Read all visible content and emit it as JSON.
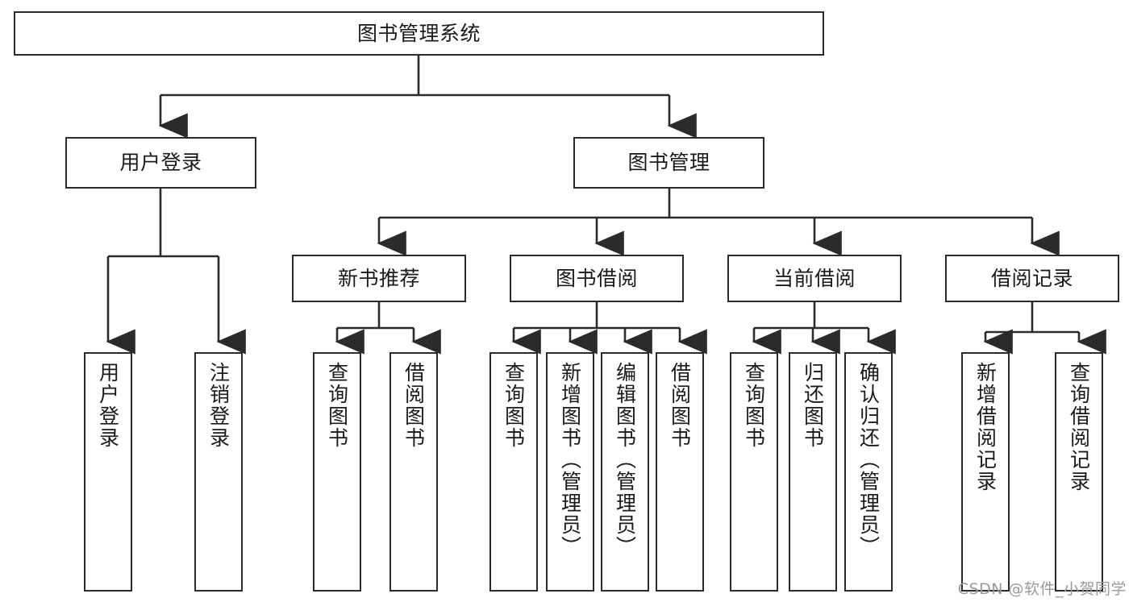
{
  "diagram": {
    "title": "图书管理系统",
    "type": "tree-hierarchy-chart",
    "line_color": "#2b2b2b",
    "box_fill": "#ffffff",
    "text_color": "#1a1a1a",
    "watermark": "CSDN @软件_小贺同学",
    "nodes": {
      "root": {
        "label": "图书管理系统"
      },
      "level2": [
        {
          "id": "user-login",
          "label": "用户登录"
        },
        {
          "id": "book-manage",
          "label": "图书管理"
        }
      ],
      "level3": [
        {
          "id": "new-book-recommend",
          "label": "新书推荐"
        },
        {
          "id": "book-borrow",
          "label": "图书借阅"
        },
        {
          "id": "current-borrow",
          "label": "当前借阅"
        },
        {
          "id": "borrow-record",
          "label": "借阅记录"
        }
      ],
      "leaves": {
        "user_login": [
          {
            "id": "leaf-user-login",
            "label": "用户登录"
          },
          {
            "id": "leaf-logout-login",
            "label": "注销登录"
          }
        ],
        "new_book_recommend": [
          {
            "id": "leaf-query-book-1",
            "label": "查询图书"
          },
          {
            "id": "leaf-borrow-book-1",
            "label": "借阅图书"
          }
        ],
        "book_borrow": [
          {
            "id": "leaf-query-book-2",
            "label": "查询图书"
          },
          {
            "id": "leaf-add-book",
            "label": "新增图书（管理员）"
          },
          {
            "id": "leaf-edit-book",
            "label": "编辑图书（管理员）"
          },
          {
            "id": "leaf-borrow-book-2",
            "label": "借阅图书"
          }
        ],
        "current_borrow": [
          {
            "id": "leaf-query-book-3",
            "label": "查询图书"
          },
          {
            "id": "leaf-return-book",
            "label": "归还图书"
          },
          {
            "id": "leaf-confirm-return",
            "label": "确认归还（管理员）"
          }
        ],
        "borrow_record": [
          {
            "id": "leaf-add-borrow-record",
            "label": "新增借阅记录"
          },
          {
            "id": "leaf-query-borrow-record",
            "label": "查询借阅记录"
          }
        ]
      }
    }
  }
}
